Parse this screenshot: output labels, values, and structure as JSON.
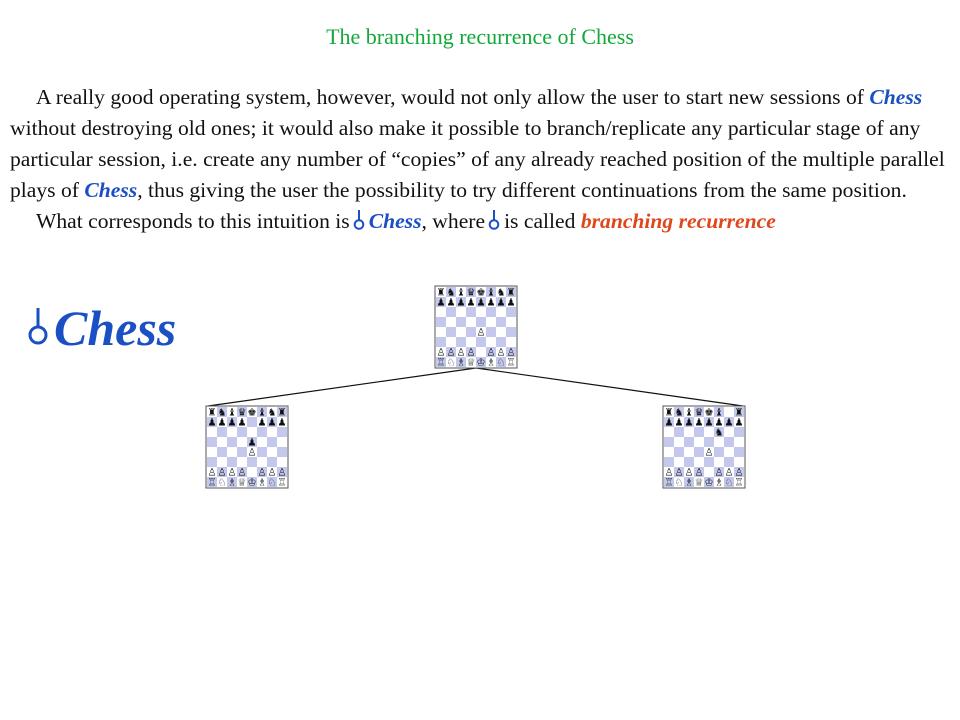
{
  "title": "The branching recurrence of Chess",
  "paragraph1": {
    "intro": "A really good operating system, however, would not only allow the user to start new sessions of",
    "chess": "Chess",
    "middle": "without destroying old ones; it would also make it possible to branch/replicate any particular stage of any particular session, i.e. create any number of “copies” of any already reached position of the multiple parallel plays of",
    "chess2": "Chess",
    "end": ", thus giving the user the possibility to try different continuations from the same position."
  },
  "paragraph2": {
    "before": "What corresponds to this intuition is",
    "chess": "Chess",
    "comma_where": ", where",
    "is_called": "is called",
    "term": "branching recurrence"
  },
  "label": "Chess",
  "operator_symbol": "branching-recurrence-icon",
  "colors": {
    "title": "#13a83a",
    "chess": "#1b4fc4",
    "term": "#e0461c",
    "text": "#111111",
    "light_square": "#ffffff",
    "dark_square": "#c4c8ec",
    "edge": "#111111"
  },
  "boards": [
    {
      "id": "root",
      "rows": [
        "rnbqkbnr",
        "pppppppp",
        "........",
        "........",
        "....P...",
        "........",
        "PPPP.PPP",
        "RNBQKBNR"
      ]
    },
    {
      "id": "left",
      "rows": [
        "rnbqkbnr",
        "pppp.ppp",
        "........",
        "....p...",
        "....P...",
        "........",
        "PPPP.PPP",
        "RNBQKBNR"
      ]
    },
    {
      "id": "right",
      "rows": [
        "rnbqkb.r",
        "pppppppp",
        ".....n..",
        "........",
        "....P...",
        "........",
        "PPPP.PPP",
        "RNBQKBNR"
      ]
    }
  ]
}
